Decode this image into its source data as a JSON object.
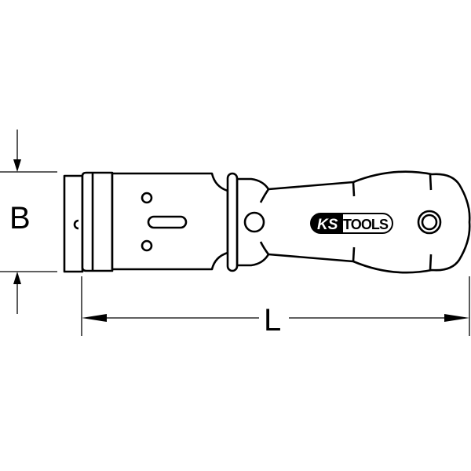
{
  "dimensions": {
    "width_label": "B",
    "length_label": "L"
  },
  "logo": {
    "text": "KS TOOLS",
    "brand_prefix": "KS",
    "brand_suffix": "TOOLS"
  },
  "colors": {
    "line": "#000000",
    "background": "#ffffff"
  }
}
